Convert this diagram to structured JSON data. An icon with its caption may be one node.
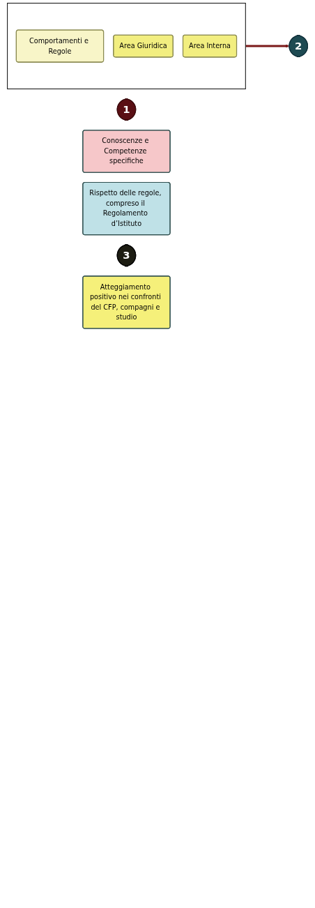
{
  "diagram": {
    "nodes": [
      {
        "text": [],
        "shape": "box"
      },
      {
        "text": [
          "Comportamenti e Regole"
        ],
        "in": 0
      },
      {
        "text": [
          "Area Giuridica"
        ],
        "in": 0
      },
      {
        "text": [
          "Area Interna"
        ],
        "in": 0
      },
      {
        "text": [
          "1"
        ]
      },
      {
        "text": [
          "Conoscenze e Competenze specifiche"
        ]
      },
      {
        "text": [
          "2"
        ]
      },
      {
        "text": [
          "Rispetto delle regole, compreso il Regolamento d’Istituto"
        ]
      },
      {
        "text": [
          "3"
        ]
      },
      {
        "text": [
          "Atteggiamento positivo nei confronti del CFP, compagni e studio"
        ]
      }
    ],
    "edges": [
      {
        "from": 0,
        "to": 6,
        "arrow": "to",
        "color": "#7b1a1a"
      }
    ]
  }
}
